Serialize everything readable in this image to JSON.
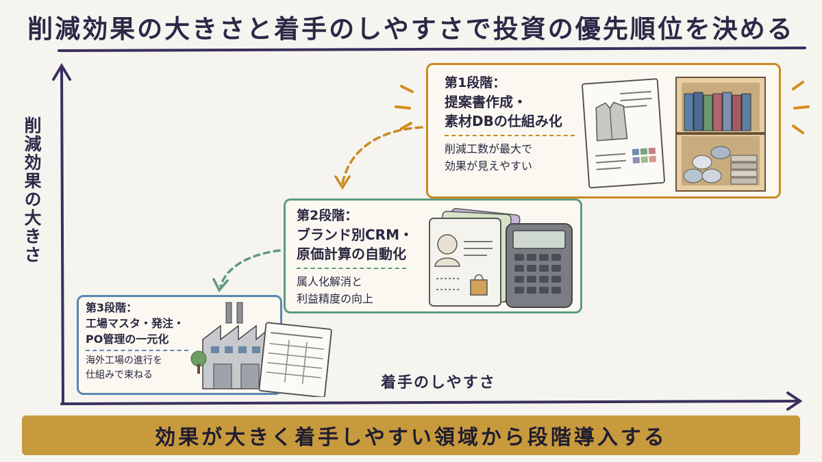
{
  "title": "削減効果の大きさと着手のしやすさで投資の優先順位を決める",
  "axes": {
    "y_label": "削減効果の大きさ",
    "x_label": "着手のしやすさ"
  },
  "stages": [
    {
      "step": "第1段階：",
      "name_lines": [
        "提案書作成・",
        "素材DBの仕組み化"
      ],
      "effect_lines": [
        "削減工数が最大で",
        "効果が見えやすい"
      ],
      "border_color": "#c98a23"
    },
    {
      "step": "第2段階：",
      "name_lines": [
        "ブランド別CRM・",
        "原価計算の自動化"
      ],
      "effect_lines": [
        "属人化解消と",
        "利益精度の向上"
      ],
      "border_color": "#5e9a7e"
    },
    {
      "step": "第3段階：",
      "name_lines": [
        "工場マスタ・発注・",
        "PO管理の一元化"
      ],
      "effect_lines": [
        "海外工場の進行を",
        "仕組みで束ねる"
      ],
      "border_color": "#5b86b2"
    }
  ],
  "bottom_banner": "効果が大きく着手しやすい領域から段階導入する",
  "icons": {
    "stage1": [
      "proposal-document-icon",
      "jacket-icon",
      "fabric-swatch-icon",
      "bookshelf-icon",
      "binder-icon",
      "fabric-roll-icon"
    ],
    "stage2": [
      "customer-card-icon",
      "person-icon",
      "shopping-bag-icon",
      "calculator-icon"
    ],
    "stage3": [
      "factory-icon",
      "tree-icon",
      "spreadsheet-icon"
    ]
  },
  "colors": {
    "stage1": "#c98a23",
    "stage2": "#5e9a7e",
    "stage3": "#5b86b2",
    "axis": "#3a2f5e",
    "banner": "#c79a3d"
  }
}
